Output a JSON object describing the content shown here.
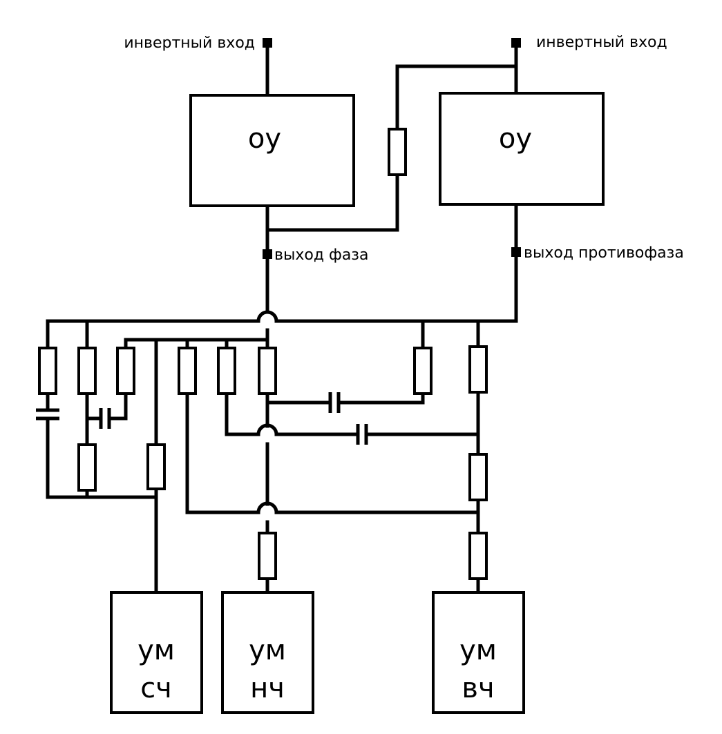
{
  "opamps": {
    "left": {
      "label": "оу"
    },
    "right": {
      "label": "оу"
    }
  },
  "pins": {
    "left_input": {
      "label": "инвертный вход"
    },
    "right_input": {
      "label": "инвертный вход"
    },
    "output_phase": {
      "label": "выход фаза"
    },
    "output_antiphase": {
      "label": "выход противофаза"
    }
  },
  "amplifiers": [
    {
      "line1": "ум",
      "line2": "сч"
    },
    {
      "line1": "ум",
      "line2": "нч"
    },
    {
      "line1": "ум",
      "line2": "вч"
    }
  ]
}
